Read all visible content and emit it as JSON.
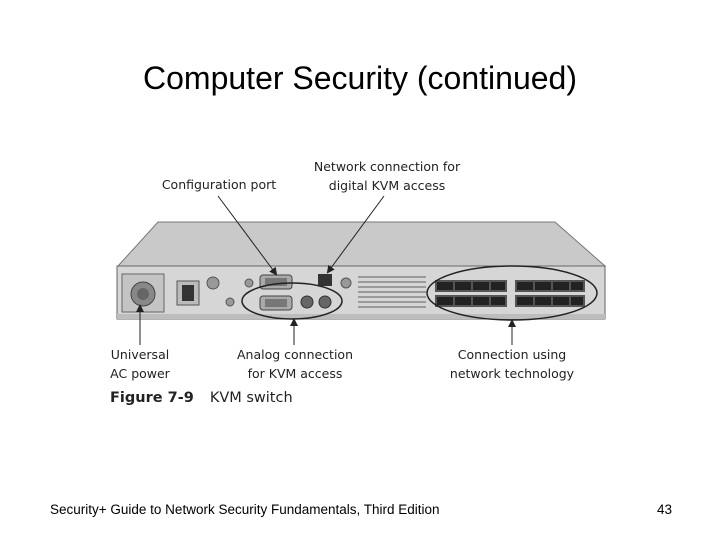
{
  "slide": {
    "title": "Computer Security (continued)"
  },
  "figure": {
    "callouts": {
      "configuration_port": "Configuration port",
      "network_connection": [
        "Network connection for",
        "digital KVM access"
      ],
      "universal_ac_power": [
        "Universal",
        "AC power"
      ],
      "analog_connection": [
        "Analog connection",
        "for KVM access"
      ],
      "connection_network": [
        "Connection using",
        "network technology"
      ]
    },
    "caption": {
      "number": "Figure 7-9",
      "text": "KVM switch"
    }
  },
  "footer": {
    "book_title": "Security+ Guide to Network Security Fundamentals, Third Edition",
    "page_number": "43"
  }
}
